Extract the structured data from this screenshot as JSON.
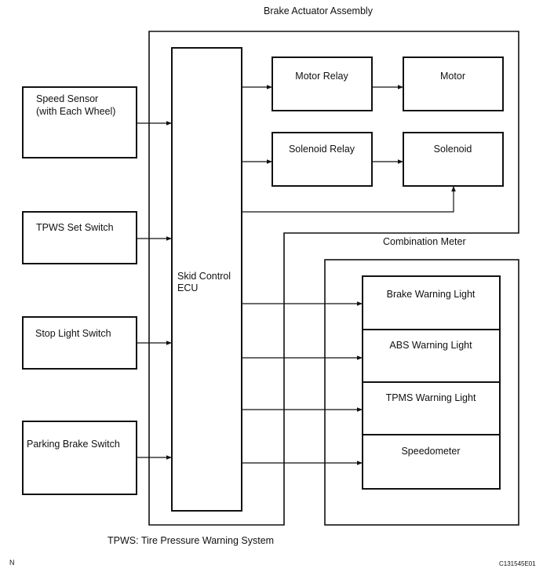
{
  "labels": {
    "brake_actuator_assembly": "Brake Actuator Assembly",
    "combination_meter": "Combination Meter",
    "speed_sensor_line1": "Speed Sensor",
    "speed_sensor_line2": "(with Each Wheel)",
    "tpws_set_switch": "TPWS Set Switch",
    "stop_light_switch": "Stop Light Switch",
    "parking_brake_switch": "Parking Brake Switch",
    "skid_control_line1": "Skid Control",
    "skid_control_line2": "ECU",
    "motor_relay": "Motor Relay",
    "motor": "Motor",
    "solenoid_relay": "Solenoid Relay",
    "solenoid": "Solenoid",
    "brake_warning_light": "Brake Warning Light",
    "abs_warning_light": "ABS Warning Light",
    "tpms_warning_light": "TPMS Warning Light",
    "speedometer": "Speedometer"
  },
  "footnote": "TPWS: Tire Pressure Warning System",
  "corner_left": "N",
  "corner_right": "C131545E01"
}
